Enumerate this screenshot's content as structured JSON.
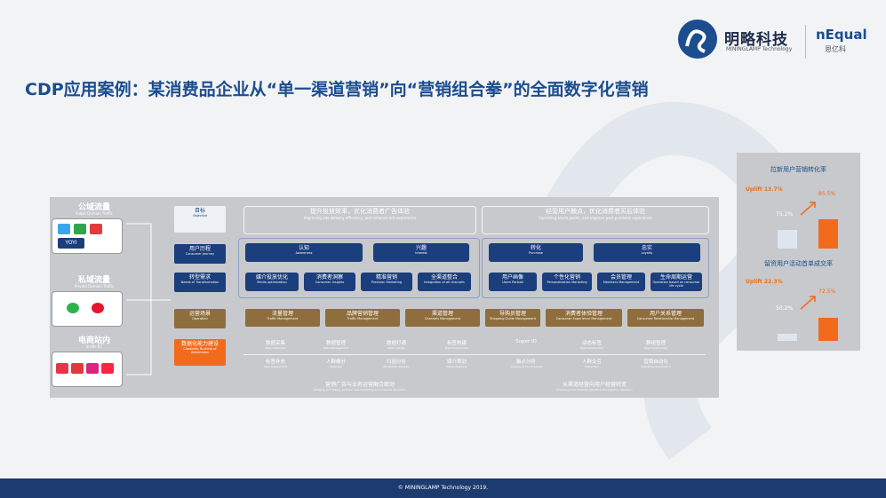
{
  "header": {
    "logo_cn": "明略科技",
    "logo_en": "MININGLAMP Technology",
    "nequal": "nEqual",
    "nequal_cn": "恩亿科"
  },
  "title": "CDP应用案例：某消费品企业从“单一渠道营销”向“营销组合拳”的全面数字化营销",
  "left_column": {
    "public": {
      "title": "公域流量",
      "sub": "Public Domain Traffic",
      "apps": [
        "YOYI",
        "爱奇艺",
        "头条"
      ]
    },
    "private": {
      "title": "私域流量",
      "sub": "Private Domain Traffic",
      "apps": [
        "微信",
        "微博"
      ]
    },
    "ec": {
      "title": "电商站内",
      "sub": "Inside EC",
      "apps": [
        "天猫",
        "京东",
        "每日优鲜",
        "小红书"
      ]
    }
  },
  "rows": {
    "objective": {
      "label": "目标",
      "sub": "Objective"
    },
    "journey": {
      "label": "用户历程",
      "sub": "Consumer Journey"
    },
    "transform": {
      "label": "转型需求",
      "sub": "Needs of Transformation"
    },
    "operation": {
      "label": "运营场景",
      "sub": "Operation"
    },
    "capability": {
      "label": "数据化能力建设",
      "sub": "Capability Building of Datamation"
    }
  },
  "goals": [
    {
      "label": "提升投放效率，优化消费者广告体验",
      "sub": "Improving ads delivery efficiency, and enhance ads experience"
    },
    {
      "label": "经营用户触点，优化消费者买后体验",
      "sub": "Operating touch points, and improve post-purchase experience"
    }
  ],
  "journey": [
    {
      "label": "认知",
      "sub": "Awareness"
    },
    {
      "label": "兴趣",
      "sub": "Interest"
    },
    {
      "label": "转化",
      "sub": "Purchase"
    },
    {
      "label": "忠实",
      "sub": "Loyalty"
    }
  ],
  "transform": [
    {
      "label": "媒介投放优化",
      "sub": "Media optimization"
    },
    {
      "label": "消费者洞察",
      "sub": "Consumer Insights"
    },
    {
      "label": "精准营销",
      "sub": "Precision Marketing"
    },
    {
      "label": "全渠道整合",
      "sub": "Integration of all channels"
    },
    {
      "label": "用户画像",
      "sub": "Users Portrait"
    },
    {
      "label": "个性化营销",
      "sub": "Personalization Marketing"
    },
    {
      "label": "会员管理",
      "sub": "Members Management"
    },
    {
      "label": "生命周期运营",
      "sub": "Operation based on consumer life cycle"
    }
  ],
  "operation": [
    {
      "label": "流量管理",
      "sub": "Traffic Management"
    },
    {
      "label": "品牌营销管理",
      "sub": "Traffic Management"
    },
    {
      "label": "渠道管理",
      "sub": "Channels Management"
    },
    {
      "label": "导购员管理",
      "sub": "Shopping Guide Management"
    },
    {
      "label": "消费者体验管理",
      "sub": "Consumer Experience Management"
    },
    {
      "label": "用户关系管理",
      "sub": "Consumer Relationship Management"
    }
  ],
  "capability_top": [
    {
      "label": "数据采集",
      "sub": "Data Collection"
    },
    {
      "label": "数据管理",
      "sub": "Data Management"
    },
    {
      "label": "数据打通",
      "sub": "Data Linkage"
    },
    {
      "label": "标签构建",
      "sub": "Tags Construction"
    },
    {
      "label": "Super ID",
      "sub": ""
    },
    {
      "label": "动态标签",
      "sub": "Tags Construction"
    },
    {
      "label": "群组管理",
      "sub": "Tags Construction"
    }
  ],
  "capability_bottom": [
    {
      "label": "标签补充",
      "sub": "Tags Supplement"
    },
    {
      "label": "人群细分",
      "sub": "Segment"
    },
    {
      "label": "归因分析",
      "sub": "Attribution Analysis"
    },
    {
      "label": "媒介策划",
      "sub": "Media Planning"
    },
    {
      "label": "触点分析",
      "sub": "Analysis of touch points"
    },
    {
      "label": "人群交互",
      "sub": "Interaction"
    },
    {
      "label": "营销自动化",
      "sub": "Marketing Automation"
    }
  ],
  "bottom_goals": [
    {
      "label": "营销广告与业务运营融合联动",
      "sub": "Merging and linking, between ads marketing and business operation"
    },
    {
      "label": "从渠道经营向用户经营转变",
      "sub": "Changing from channel operation to consumer operation"
    }
  ],
  "side_panels": [
    {
      "title": "拉新用户营销转化率",
      "uplift": "Uplift 13.7%",
      "before": "75.2%",
      "after": "85.5%",
      "before_val": 75.2,
      "after_val": 85.5
    },
    {
      "title": "留资用户活动首单成交率",
      "uplift": "Uplift 22.3%",
      "before": "50.2%",
      "after": "72.5%",
      "before_val": 50.2,
      "after_val": 72.5
    }
  ],
  "colors": {
    "brand_blue": "#1b4d8f",
    "accent_orange": "#f26b1d",
    "brown": "#8d6e3c",
    "footer": "#1c3b6e"
  },
  "footer": "© MININGLAMP Technology 2019."
}
